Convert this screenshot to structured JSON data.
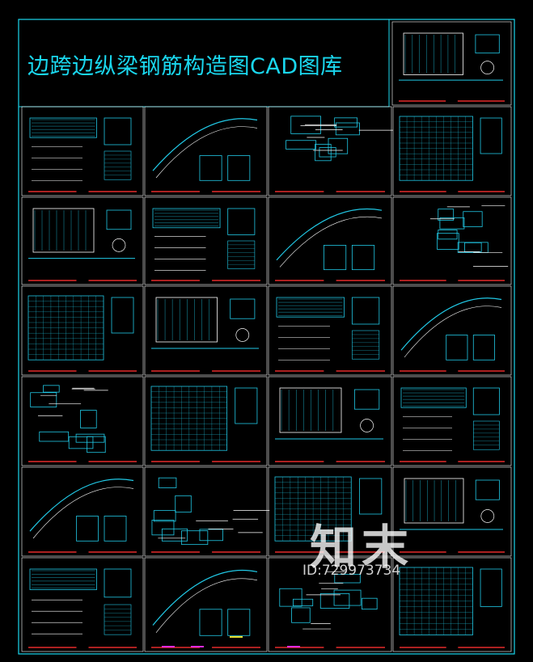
{
  "title": "边跨边纵梁钢筋构造图CAD图库",
  "watermark": {
    "logo_text": "知末",
    "id_text": "ID:729973734"
  },
  "colors": {
    "background": "#000000",
    "frame": "#1ad7ee",
    "line": "#21c9e6",
    "accent": "#e62b2b",
    "magenta": "#e02ae0",
    "yellow": "#e8e030",
    "white": "#ffffff"
  }
}
